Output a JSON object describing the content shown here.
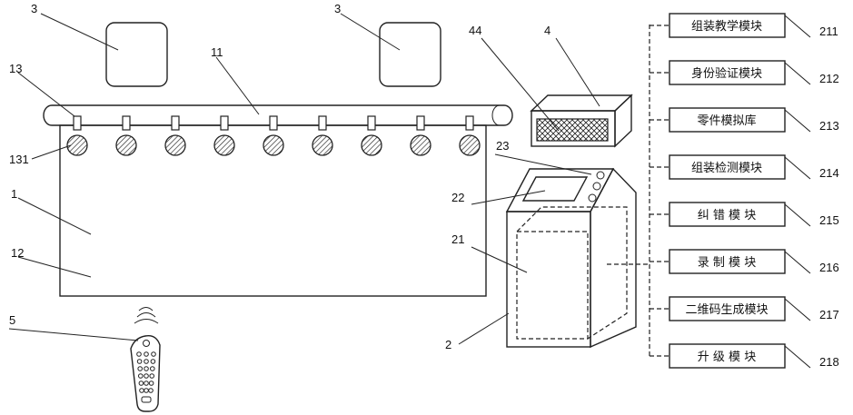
{
  "refs": {
    "cam_left": "3",
    "cam_right": "3",
    "display_box": "4",
    "display_screen": "44",
    "rail": "11",
    "hanger": "13",
    "ball": "131",
    "board": "1",
    "board_surface": "12",
    "terminal_screen": "22",
    "terminal_buttons": "23",
    "terminal_body": "21",
    "terminal": "2",
    "remote": "5"
  },
  "modules": [
    {
      "label": "组装教学模块",
      "ref": "211"
    },
    {
      "label": "身份验证模块",
      "ref": "212"
    },
    {
      "label": "零件模拟库",
      "ref": "213"
    },
    {
      "label": "组装检测模块",
      "ref": "214"
    },
    {
      "label": "纠 错 模 块",
      "ref": "215"
    },
    {
      "label": "录 制 模 块",
      "ref": "216"
    },
    {
      "label": "二维码生成模块",
      "ref": "217"
    },
    {
      "label": "升 级 模 块",
      "ref": "218"
    }
  ],
  "colors": {
    "line": "#222222",
    "background": "#ffffff"
  }
}
